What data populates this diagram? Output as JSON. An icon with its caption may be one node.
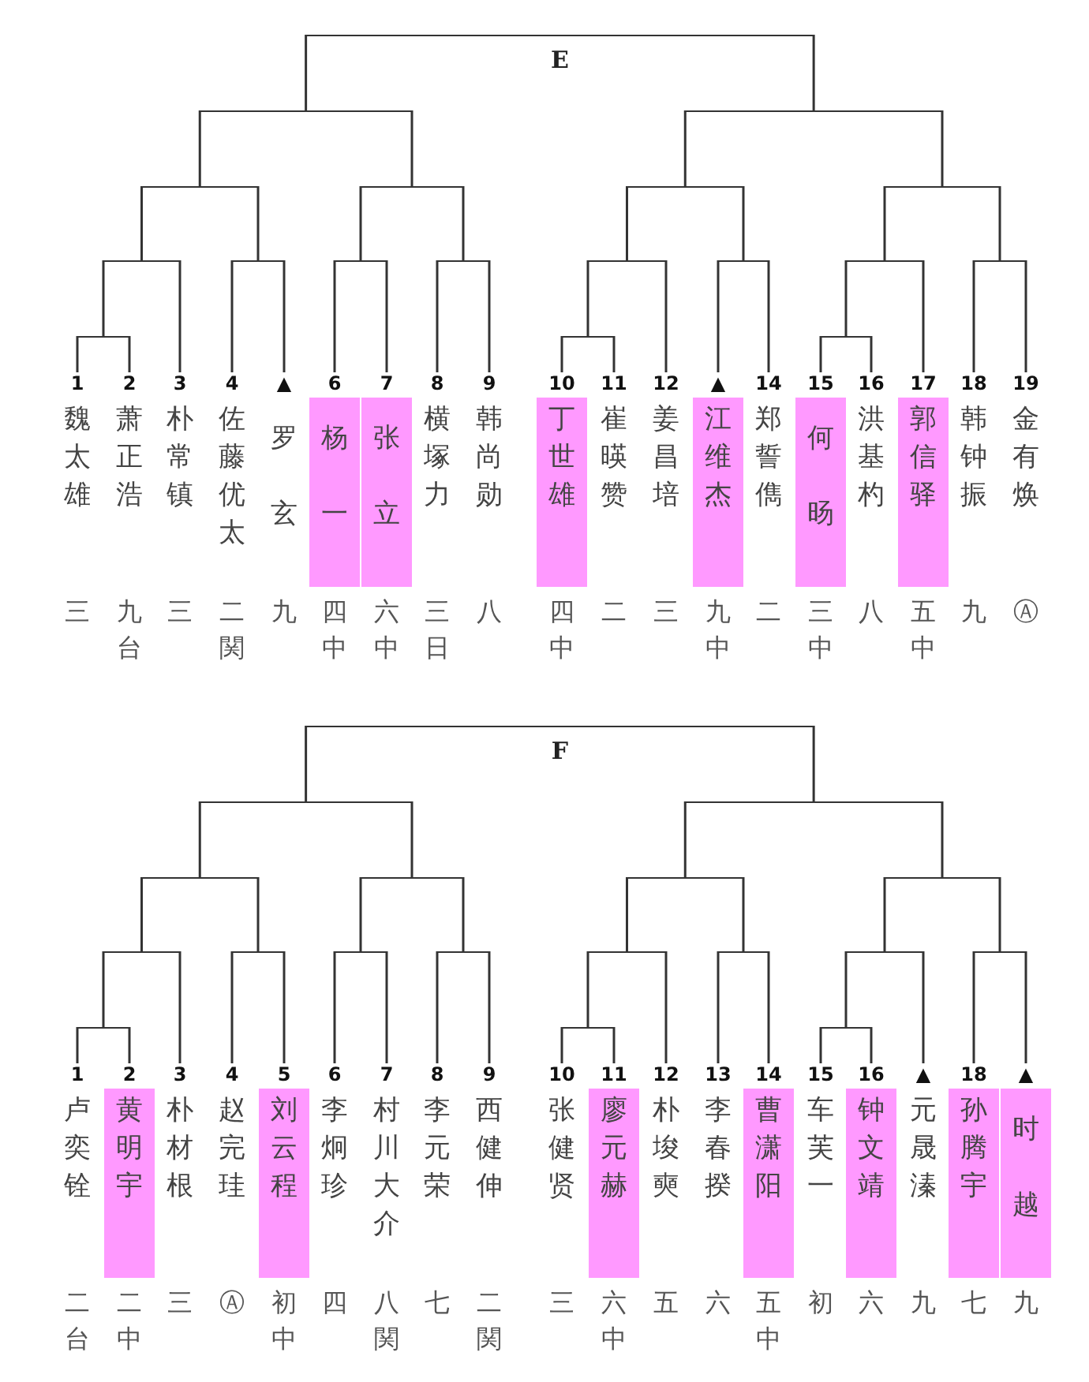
{
  "diagram": {
    "nodes": [
      {
        "text": [
          "E"
        ]
      },
      {
        "text": [],
        "shape": "bar"
      },
      {
        "text": [],
        "shape": "bar"
      },
      {
        "text": [],
        "shape": "bar"
      },
      {
        "text": [],
        "shape": "bar"
      },
      {
        "text": [],
        "shape": "bar"
      },
      {
        "text": [],
        "shape": "bar"
      },
      {
        "text": [],
        "shape": "bar"
      },
      {
        "text": [],
        "shape": "bar"
      },
      {
        "text": [],
        "shape": "bar"
      },
      {
        "text": [],
        "shape": "bar"
      },
      {
        "text": [],
        "shape": "bar"
      },
      {
        "text": [],
        "shape": "bar"
      },
      {
        "text": [],
        "shape": "bar"
      },
      {
        "text": [],
        "shape": "bar"
      },
      {
        "text": [],
        "shape": "bar"
      },
      {
        "text": [],
        "shape": "bar"
      },
      {
        "text": [],
        "shape": "bar"
      },
      {
        "text": [
          "1",
          "魏太雄",
          "三"
        ]
      },
      {
        "text": [
          "2",
          "萧正浩",
          "九台"
        ]
      },
      {
        "text": [
          "3",
          "朴常镇",
          "三"
        ]
      },
      {
        "text": [
          "4",
          "佐藤优太",
          "二関"
        ]
      },
      {
        "text": [
          "▲",
          "罗玄",
          "九"
        ]
      },
      {
        "text": [
          "6",
          "杨一",
          "四中"
        ]
      },
      {
        "text": [
          "7",
          "张立",
          "六中"
        ]
      },
      {
        "text": [
          "8",
          "横塚力",
          "三日"
        ]
      },
      {
        "text": [
          "9",
          "韩尚勋",
          "八"
        ]
      },
      {
        "text": [
          "10",
          "丁世雄",
          "四中"
        ]
      },
      {
        "text": [
          "11",
          "崔暎赞",
          "二"
        ]
      },
      {
        "text": [
          "12",
          "姜昌培",
          "三"
        ]
      },
      {
        "text": [
          "▲",
          "江维杰",
          "九中"
        ]
      },
      {
        "text": [
          "14",
          "郑誓儁",
          "二"
        ]
      },
      {
        "text": [
          "15",
          "何旸",
          "三中"
        ]
      },
      {
        "text": [
          "16",
          "洪基杓",
          "八"
        ]
      },
      {
        "text": [
          "17",
          "郭信驿",
          "五中"
        ]
      },
      {
        "text": [
          "18",
          "韩钟振",
          "九"
        ]
      },
      {
        "text": [
          "19",
          "金有焕",
          "Ⓐ"
        ]
      },
      {
        "text": [
          "F"
        ]
      },
      {
        "text": [],
        "shape": "bar"
      },
      {
        "text": [],
        "shape": "bar"
      },
      {
        "text": [],
        "shape": "bar"
      },
      {
        "text": [],
        "shape": "bar"
      },
      {
        "text": [],
        "shape": "bar"
      },
      {
        "text": [],
        "shape": "bar"
      },
      {
        "text": [],
        "shape": "bar"
      },
      {
        "text": [],
        "shape": "bar"
      },
      {
        "text": [],
        "shape": "bar"
      },
      {
        "text": [],
        "shape": "bar"
      },
      {
        "text": [],
        "shape": "bar"
      },
      {
        "text": [],
        "shape": "bar"
      },
      {
        "text": [],
        "shape": "bar"
      },
      {
        "text": [],
        "shape": "bar"
      },
      {
        "text": [],
        "shape": "bar"
      },
      {
        "text": [],
        "shape": "bar"
      },
      {
        "text": [],
        "shape": "bar"
      },
      {
        "text": [
          "1",
          "卢奕铨",
          "二台"
        ]
      },
      {
        "text": [
          "2",
          "黄明宇",
          "二中"
        ]
      },
      {
        "text": [
          "3",
          "朴材根",
          "三"
        ]
      },
      {
        "text": [
          "4",
          "赵完珪",
          "Ⓐ"
        ]
      },
      {
        "text": [
          "5",
          "刘云程",
          "初中"
        ]
      },
      {
        "text": [
          "6",
          "李炯珍",
          "四"
        ]
      },
      {
        "text": [
          "7",
          "村川大介",
          "八関"
        ]
      },
      {
        "text": [
          "8",
          "李元荣",
          "七"
        ]
      },
      {
        "text": [
          "9",
          "西健伸",
          "二関"
        ]
      },
      {
        "text": [
          "10",
          "张健贤",
          "三"
        ]
      },
      {
        "text": [
          "11",
          "廖元赫",
          "六中"
        ]
      },
      {
        "text": [
          "12",
          "朴埈奭",
          "五"
        ]
      },
      {
        "text": [
          "13",
          "李春揆",
          "六"
        ]
      },
      {
        "text": [
          "14",
          "曹潇阳",
          "五中"
        ]
      },
      {
        "text": [
          "15",
          "车芙一",
          "初"
        ]
      },
      {
        "text": [
          "16",
          "钟文靖",
          "六"
        ]
      },
      {
        "text": [
          "▲",
          "元晟溱",
          "九"
        ]
      },
      {
        "text": [
          "18",
          "孙腾宇",
          "七"
        ]
      },
      {
        "text": [
          "▲",
          "时越",
          "九"
        ]
      }
    ],
    "edges": [
      {
        "from": 1,
        "to": 0,
        "arrow": "none"
      },
      {
        "from": 2,
        "to": 0,
        "arrow": "none"
      },
      {
        "from": 3,
        "to": 1,
        "arrow": "none"
      },
      {
        "from": 4,
        "to": 1,
        "arrow": "none"
      },
      {
        "from": 5,
        "to": 2,
        "arrow": "none"
      },
      {
        "from": 6,
        "to": 2,
        "arrow": "none"
      },
      {
        "from": 7,
        "to": 3,
        "arrow": "none"
      },
      {
        "from": 8,
        "to": 3,
        "arrow": "none"
      },
      {
        "from": 9,
        "to": 4,
        "arrow": "none"
      },
      {
        "from": 10,
        "to": 4,
        "arrow": "none"
      },
      {
        "from": 11,
        "to": 5,
        "arrow": "none"
      },
      {
        "from": 12,
        "to": 5,
        "arrow": "none"
      },
      {
        "from": 13,
        "to": 6,
        "arrow": "none"
      },
      {
        "from": 14,
        "to": 6,
        "arrow": "none"
      },
      {
        "from": 15,
        "to": 7,
        "arrow": "none"
      },
      {
        "from": 20,
        "to": 7,
        "arrow": "none"
      },
      {
        "from": 21,
        "to": 8,
        "arrow": "none"
      },
      {
        "from": 22,
        "to": 8,
        "arrow": "none"
      },
      {
        "from": 23,
        "to": 9,
        "arrow": "none"
      },
      {
        "from": 24,
        "to": 9,
        "arrow": "none"
      },
      {
        "from": 25,
        "to": 10,
        "arrow": "none"
      },
      {
        "from": 26,
        "to": 10,
        "arrow": "none"
      },
      {
        "from": 16,
        "to": 11,
        "arrow": "none"
      },
      {
        "from": 29,
        "to": 11,
        "arrow": "none"
      },
      {
        "from": 30,
        "to": 12,
        "arrow": "none"
      },
      {
        "from": 31,
        "to": 12,
        "arrow": "none"
      },
      {
        "from": 17,
        "to": 13,
        "arrow": "none"
      },
      {
        "from": 34,
        "to": 13,
        "arrow": "none"
      },
      {
        "from": 35,
        "to": 14,
        "arrow": "none"
      },
      {
        "from": 36,
        "to": 14,
        "arrow": "none"
      },
      {
        "from": 18,
        "to": 15,
        "arrow": "none"
      },
      {
        "from": 19,
        "to": 15,
        "arrow": "none"
      },
      {
        "from": 27,
        "to": 16,
        "arrow": "none"
      },
      {
        "from": 28,
        "to": 16,
        "arrow": "none"
      },
      {
        "from": 32,
        "to": 17,
        "arrow": "none"
      },
      {
        "from": 33,
        "to": 17,
        "arrow": "none"
      },
      {
        "from": 38,
        "to": 37,
        "arrow": "none"
      },
      {
        "from": 39,
        "to": 37,
        "arrow": "none"
      },
      {
        "from": 40,
        "to": 38,
        "arrow": "none"
      },
      {
        "from": 41,
        "to": 38,
        "arrow": "none"
      },
      {
        "from": 42,
        "to": 39,
        "arrow": "none"
      },
      {
        "from": 43,
        "to": 39,
        "arrow": "none"
      },
      {
        "from": 44,
        "to": 40,
        "arrow": "none"
      },
      {
        "from": 45,
        "to": 40,
        "arrow": "none"
      },
      {
        "from": 46,
        "to": 41,
        "arrow": "none"
      },
      {
        "from": 47,
        "to": 41,
        "arrow": "none"
      },
      {
        "from": 48,
        "to": 42,
        "arrow": "none"
      },
      {
        "from": 49,
        "to": 42,
        "arrow": "none"
      },
      {
        "from": 50,
        "to": 43,
        "arrow": "none"
      },
      {
        "from": 51,
        "to": 43,
        "arrow": "none"
      },
      {
        "from": 52,
        "to": 44,
        "arrow": "none"
      },
      {
        "from": 57,
        "to": 44,
        "arrow": "none"
      },
      {
        "from": 58,
        "to": 45,
        "arrow": "none"
      },
      {
        "from": 59,
        "to": 45,
        "arrow": "none"
      },
      {
        "from": 60,
        "to": 46,
        "arrow": "none"
      },
      {
        "from": 61,
        "to": 46,
        "arrow": "none"
      },
      {
        "from": 62,
        "to": 47,
        "arrow": "none"
      },
      {
        "from": 63,
        "to": 47,
        "arrow": "none"
      },
      {
        "from": 53,
        "to": 48,
        "arrow": "none"
      },
      {
        "from": 66,
        "to": 48,
        "arrow": "none"
      },
      {
        "from": 67,
        "to": 49,
        "arrow": "none"
      },
      {
        "from": 68,
        "to": 49,
        "arrow": "none"
      },
      {
        "from": 54,
        "to": 50,
        "arrow": "none"
      },
      {
        "from": 71,
        "to": 50,
        "arrow": "none"
      },
      {
        "from": 72,
        "to": 51,
        "arrow": "none"
      },
      {
        "from": 73,
        "to": 51,
        "arrow": "none"
      },
      {
        "from": 55,
        "to": 52,
        "arrow": "none"
      },
      {
        "from": 56,
        "to": 52,
        "arrow": "none"
      },
      {
        "from": 64,
        "to": 53,
        "arrow": "none"
      },
      {
        "from": 65,
        "to": 53,
        "arrow": "none"
      },
      {
        "from": 69,
        "to": 54,
        "arrow": "none"
      },
      {
        "from": 70,
        "to": 54,
        "arrow": "none"
      }
    ]
  }
}
